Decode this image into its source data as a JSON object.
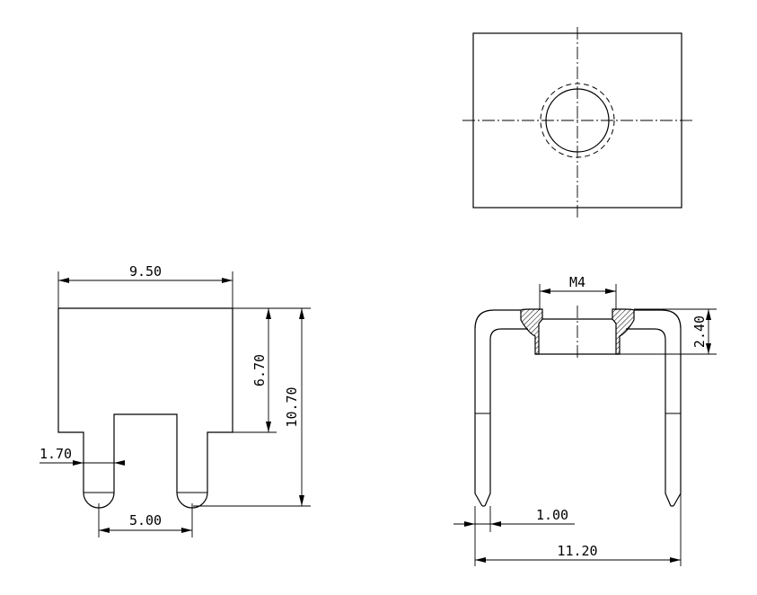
{
  "dimensions": {
    "top_width": "9.50",
    "upper_height": "6.70",
    "total_height": "10.70",
    "pin_width": "1.70",
    "pin_pitch": "5.00",
    "thread": "M4",
    "boss_height": "2.40",
    "wall_thickness": "1.00",
    "overall_width": "11.20"
  },
  "colors": {
    "line": "#000000",
    "background": "#ffffff"
  }
}
